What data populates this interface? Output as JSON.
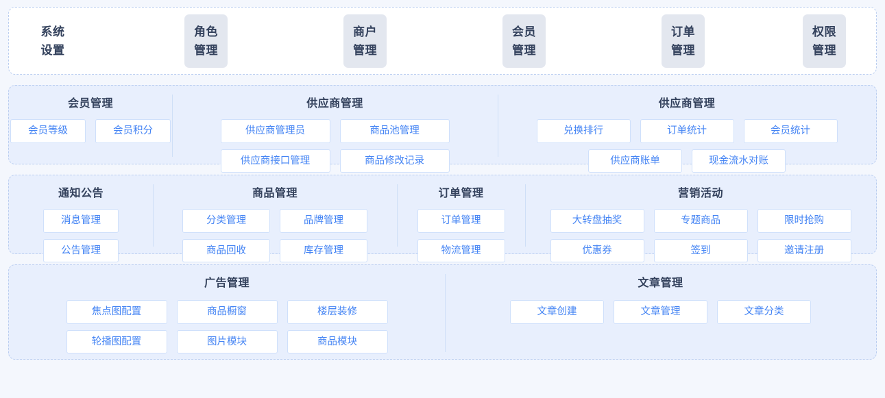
{
  "top_bar": {
    "label": {
      "line1": "系统",
      "line2": "设置"
    },
    "chips": [
      {
        "line1": "角色",
        "line2": "管理"
      },
      {
        "line1": "商户",
        "line2": "管理"
      },
      {
        "line1": "会员",
        "line2": "管理"
      },
      {
        "line1": "订单",
        "line2": "管理"
      },
      {
        "line1": "权限",
        "line2": "管理"
      }
    ]
  },
  "sections": [
    {
      "id": "section-2",
      "columns": [
        {
          "title": "会员管理",
          "buttons": [
            "会员等级",
            "会员积分"
          ]
        },
        {
          "title": "供应商管理",
          "buttons": [
            "供应商管理员",
            "商品池管理",
            "供应商接口管理",
            "商品修改记录"
          ]
        },
        {
          "title": "供应商管理",
          "buttons": [
            "兑换排行",
            "订单统计",
            "会员统计",
            "供应商账单",
            "现金流水对账"
          ]
        }
      ]
    },
    {
      "id": "section-3",
      "columns": [
        {
          "title": "通知公告",
          "buttons": [
            "消息管理",
            "公告管理"
          ]
        },
        {
          "title": "商品管理",
          "buttons": [
            "分类管理",
            "品牌管理",
            "商品回收",
            "库存管理"
          ]
        },
        {
          "title": "订单管理",
          "buttons": [
            "订单管理",
            "物流管理"
          ]
        },
        {
          "title": "营销活动",
          "buttons": [
            "大转盘抽奖",
            "专题商品",
            "限时抢购",
            "优惠券",
            "签到",
            "邀请注册"
          ]
        }
      ]
    },
    {
      "id": "section-4",
      "columns": [
        {
          "title": "广告管理",
          "buttons": [
            "焦点图配置",
            "商品橱窗",
            "楼层装修",
            "轮播图配置",
            "图片模块",
            "商品模块"
          ]
        },
        {
          "title": "文章管理",
          "buttons": [
            "文章创建",
            "文章管理",
            "文章分类"
          ]
        }
      ]
    }
  ],
  "colors": {
    "page_background": "#f4f7fd",
    "section_background": "#e8effd",
    "section_border": "#b9cdf0",
    "chip_background": "#e3e7ef",
    "title_text": "#33415c",
    "button_text": "#4484f4",
    "button_border": "#cfe0fb",
    "divider": "#cfdff7"
  }
}
